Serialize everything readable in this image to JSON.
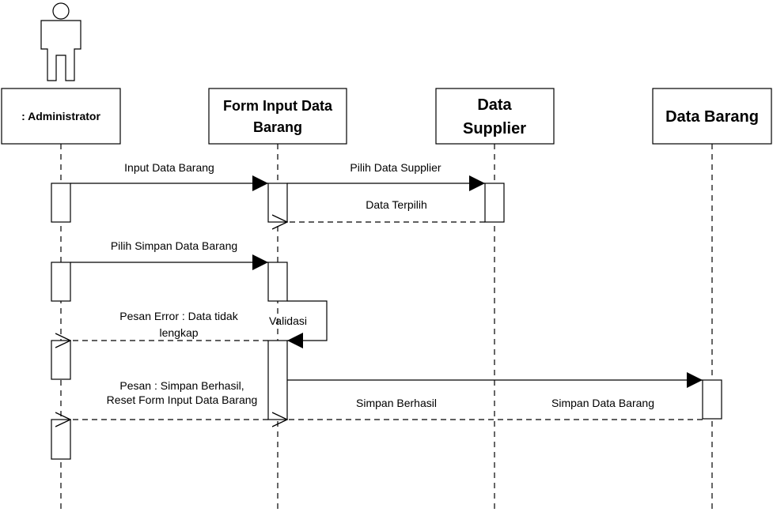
{
  "actor": {
    "icon": "actor-stick-figure-icon",
    "label": ": Administrator"
  },
  "lifelines": [
    {
      "key": "admin",
      "lines": [
        ": Administrator"
      ]
    },
    {
      "key": "form",
      "lines": [
        "Form Input Data",
        "Barang"
      ]
    },
    {
      "key": "supplier",
      "lines": [
        "Data",
        "Supplier"
      ]
    },
    {
      "key": "barang",
      "lines": [
        "Data Barang"
      ]
    }
  ],
  "messages": {
    "input_data_barang": "Input Data Barang",
    "pilih_data_supplier": "Pilih Data Supplier",
    "data_terpilih": "Data Terpilih",
    "pilih_simpan": "Pilih Simpan Data Barang",
    "validasi": "Validasi",
    "pesan_error": [
      "Pesan Error : Data tidak",
      "lengkap"
    ],
    "pesan_simpan": [
      "Pesan : Simpan Berhasil,",
      "Reset Form Input Data Barang"
    ],
    "simpan_berhasil": "Simpan Berhasil",
    "simpan_data_barang": "Simpan Data Barang"
  }
}
